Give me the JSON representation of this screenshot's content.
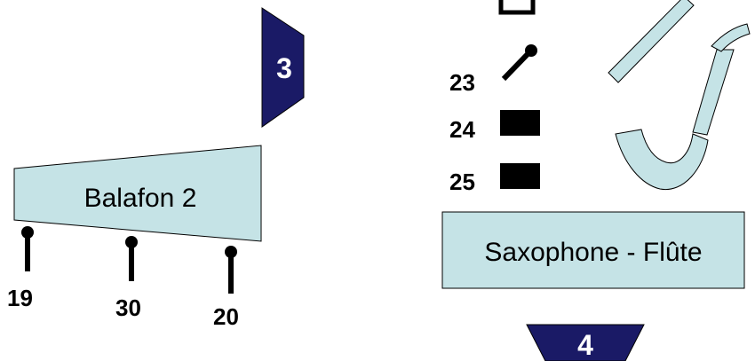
{
  "colors": {
    "shape_fill": "#c5e3e6",
    "shape_stroke": "#000000",
    "badge_fill": "#1a1a66",
    "badge_text": "#ffffff",
    "stand": "#000000",
    "background": "#ffffff"
  },
  "badges": {
    "badge_3": "3",
    "badge_4": "4"
  },
  "balafon": {
    "label": "Balafon 2",
    "mic_labels": {
      "left": "19",
      "middle": "30",
      "right": "20"
    }
  },
  "saxophone_flute": {
    "label": "Saxophone - Flûte",
    "items": {
      "mic_23": "23",
      "box_24": "24",
      "box_25": "25"
    }
  },
  "icons": {
    "saxophone": "saxophone-icon",
    "flute": "flute-icon",
    "microphone": "microphone-icon",
    "di_box": "di-box-icon",
    "monitor": "monitor-icon"
  }
}
